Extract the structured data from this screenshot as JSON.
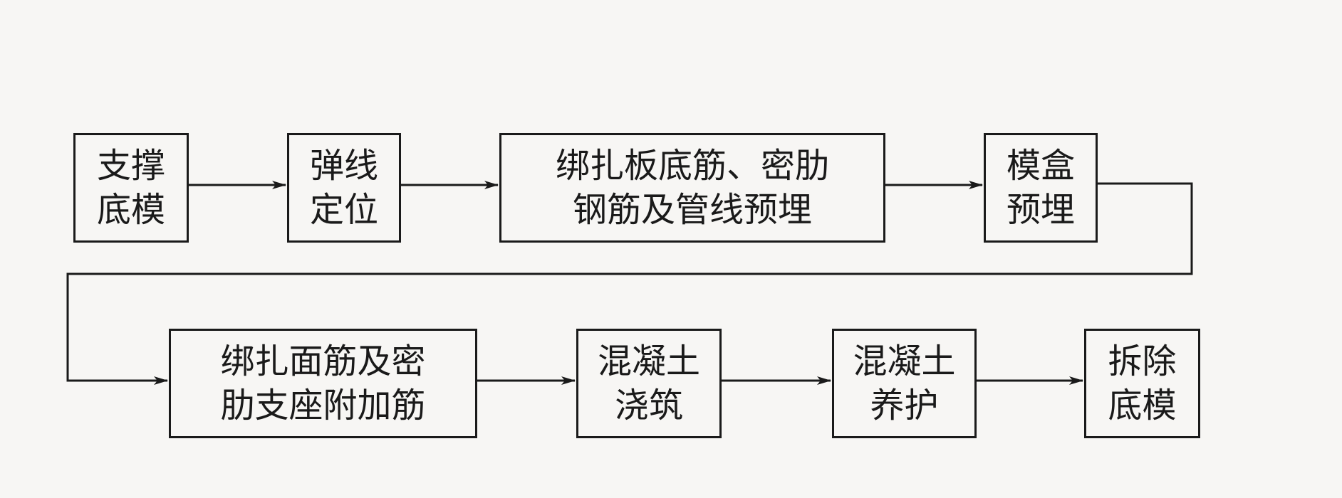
{
  "colors": {
    "line": "#1a1a1a",
    "background": "#f7f6f4"
  },
  "steps": [
    {
      "line1": "支撑",
      "line2": "底模"
    },
    {
      "line1": "弹线",
      "line2": "定位"
    },
    {
      "line1": "绑扎板底筋、密肋",
      "line2": "钢筋及管线预埋"
    },
    {
      "line1": "模盒",
      "line2": "预埋"
    },
    {
      "line1": "绑扎面筋及密",
      "line2": "肋支座附加筋"
    },
    {
      "line1": "混凝土",
      "line2": "浇筑"
    },
    {
      "line1": "混凝土",
      "line2": "养护"
    },
    {
      "line1": "拆除",
      "line2": "底模"
    }
  ]
}
